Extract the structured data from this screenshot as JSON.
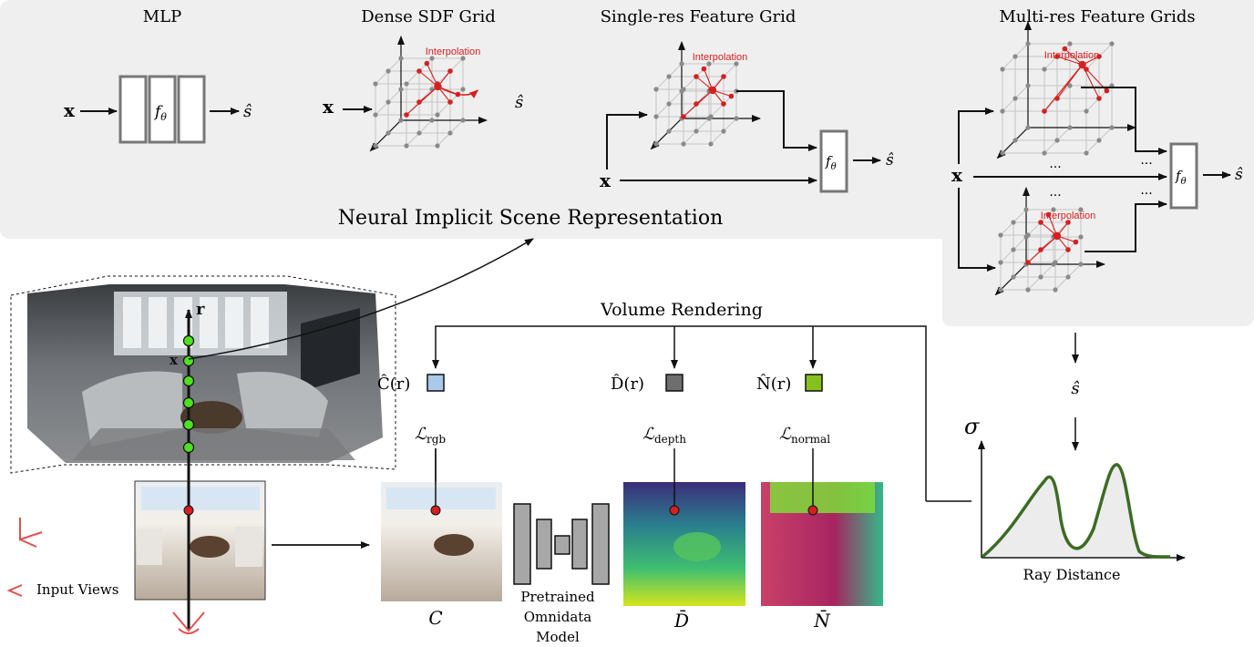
{
  "top_panel": {
    "title": "Neural Implicit Scene Representation",
    "mlp": {
      "title": "MLP",
      "input": "x",
      "func": "f",
      "func_sub": "θ",
      "output": "ŝ"
    },
    "dense": {
      "title": "Dense SDF Grid",
      "input": "x",
      "interp": "Interpolation",
      "output": "ŝ"
    },
    "single": {
      "title": "Single-res Feature Grid",
      "input": "x",
      "interp": "Interpolation",
      "func": "f",
      "func_sub": "θ",
      "output": "ŝ"
    },
    "multi": {
      "title": "Multi-res Feature Grids",
      "input": "x",
      "interp_top": "Interpolation",
      "interp_bottom": "Interpolation",
      "dots": "...",
      "func": "f",
      "func_sub": "θ",
      "output": "ŝ"
    }
  },
  "scene": {
    "ray_label": "r",
    "point_label": "x"
  },
  "volume_rendering": {
    "title": "Volume Rendering",
    "s_hat": "ŝ"
  },
  "outputs": {
    "rgb": {
      "label": "Ĉ(r)",
      "loss": "ℒ",
      "loss_sub": "rgb",
      "color": "#a9c8ea",
      "gt": "C"
    },
    "depth": {
      "label": "D̂(r)",
      "loss": "ℒ",
      "loss_sub": "depth",
      "color": "#6e6e6e",
      "gt": "D̄"
    },
    "normal": {
      "label": "N̂(r)",
      "loss": "ℒ",
      "loss_sub": "normal",
      "color": "#86c21e",
      "gt": "N̄"
    }
  },
  "omnidata": {
    "line1": "Pretrained",
    "line2": "Omnidata",
    "line3": "Model"
  },
  "input_views_label": "Input Views",
  "density_plot": {
    "ylabel": "σ",
    "xlabel": "Ray Distance"
  },
  "colors": {
    "panel": "#efefef",
    "red": "#d42020",
    "green_dot": "#4fe021",
    "curve": "#3d6b24",
    "block": "#a7a7a7"
  }
}
